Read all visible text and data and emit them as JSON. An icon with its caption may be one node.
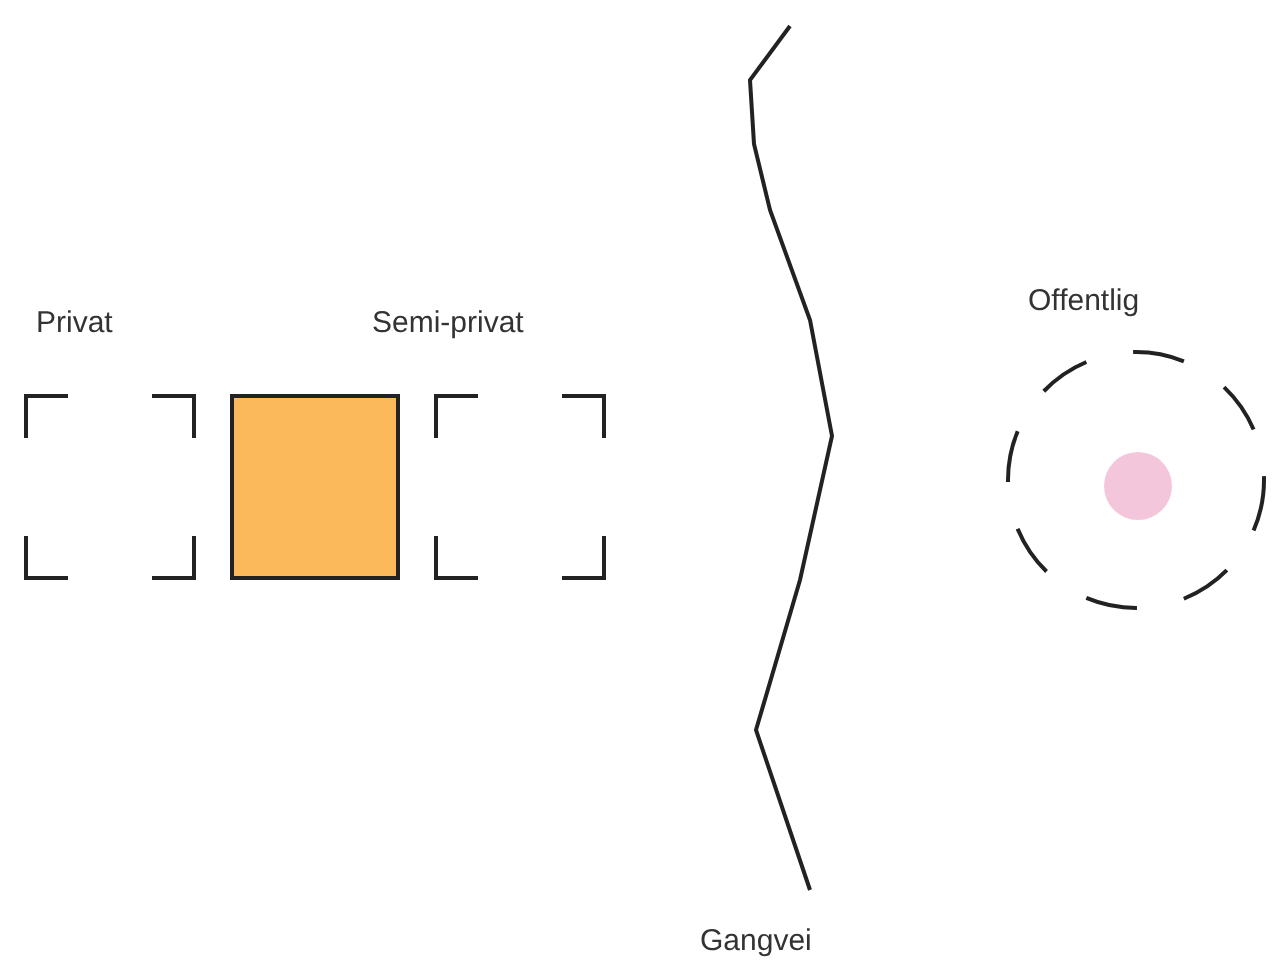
{
  "diagram": {
    "nodes": [
      {
        "text": [
          "Privat"
        ]
      },
      {
        "text": [],
        "shape": "box"
      },
      {
        "text": [
          "Semi-privat"
        ]
      },
      {
        "text": [
          "Offentlig"
        ]
      },
      {
        "text": [],
        "shape": "circle",
        "in": 3
      }
    ],
    "labels": [
      "Gangvei"
    ]
  }
}
